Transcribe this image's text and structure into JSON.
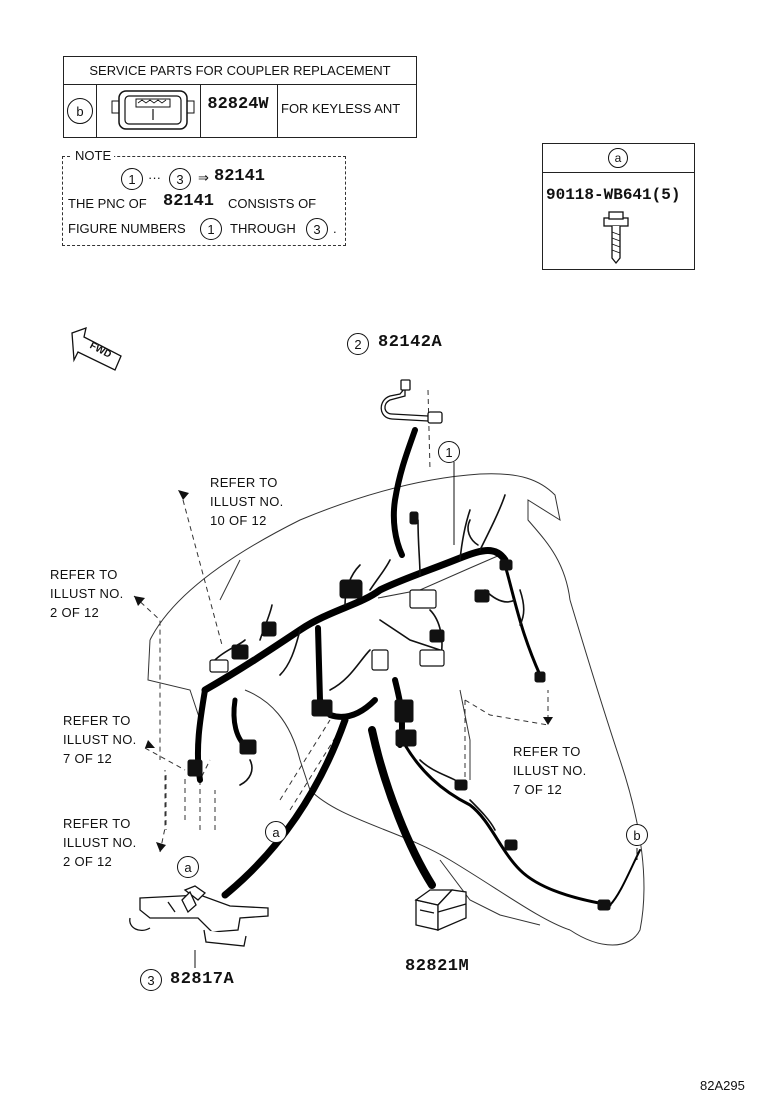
{
  "service_parts": {
    "title": "SERVICE PARTS FOR COUPLER REPLACEMENT",
    "key": "b",
    "part_no": "82824W",
    "description": "FOR KEYLESS ANT"
  },
  "note": {
    "heading": "NOTE",
    "range_start": "1",
    "range_ellipsis": "···",
    "range_end": "3",
    "arrow": "⇒",
    "range_part": "82141",
    "line2_prefix": "THE PNC OF",
    "line2_part": "82141",
    "line2_suffix": "CONSISTS OF",
    "line3_prefix": "FIGURE NUMBERS",
    "line3_start": "1",
    "line3_mid": "THROUGH",
    "line3_end": "3",
    "line3_suffix": "."
  },
  "bolt_box": {
    "key": "a",
    "part_no": "90118-WB641(5)"
  },
  "fwd_label": "FWD",
  "callouts": [
    {
      "num": "2",
      "part": "82142A"
    },
    {
      "num": "1",
      "part": ""
    },
    {
      "num": "3",
      "part": "82817A"
    }
  ],
  "connector_part": "82821M",
  "refs": {
    "ref_10": [
      "REFER TO",
      "ILLUST NO.",
      "10 OF 12"
    ],
    "ref_2_upper": [
      "REFER TO",
      "ILLUST NO.",
      "2 OF 12"
    ],
    "ref_7_left": [
      "REFER TO",
      "ILLUST NO.",
      "7 OF 12"
    ],
    "ref_2_lower": [
      "REFER TO",
      "ILLUST NO.",
      "2 OF 12"
    ],
    "ref_7_right": [
      "REFER TO",
      "ILLUST NO.",
      "7 OF 12"
    ]
  },
  "key_labels": {
    "a_center": "a",
    "a_left": "a",
    "b_right": "b"
  },
  "diagram_code": "82A295"
}
